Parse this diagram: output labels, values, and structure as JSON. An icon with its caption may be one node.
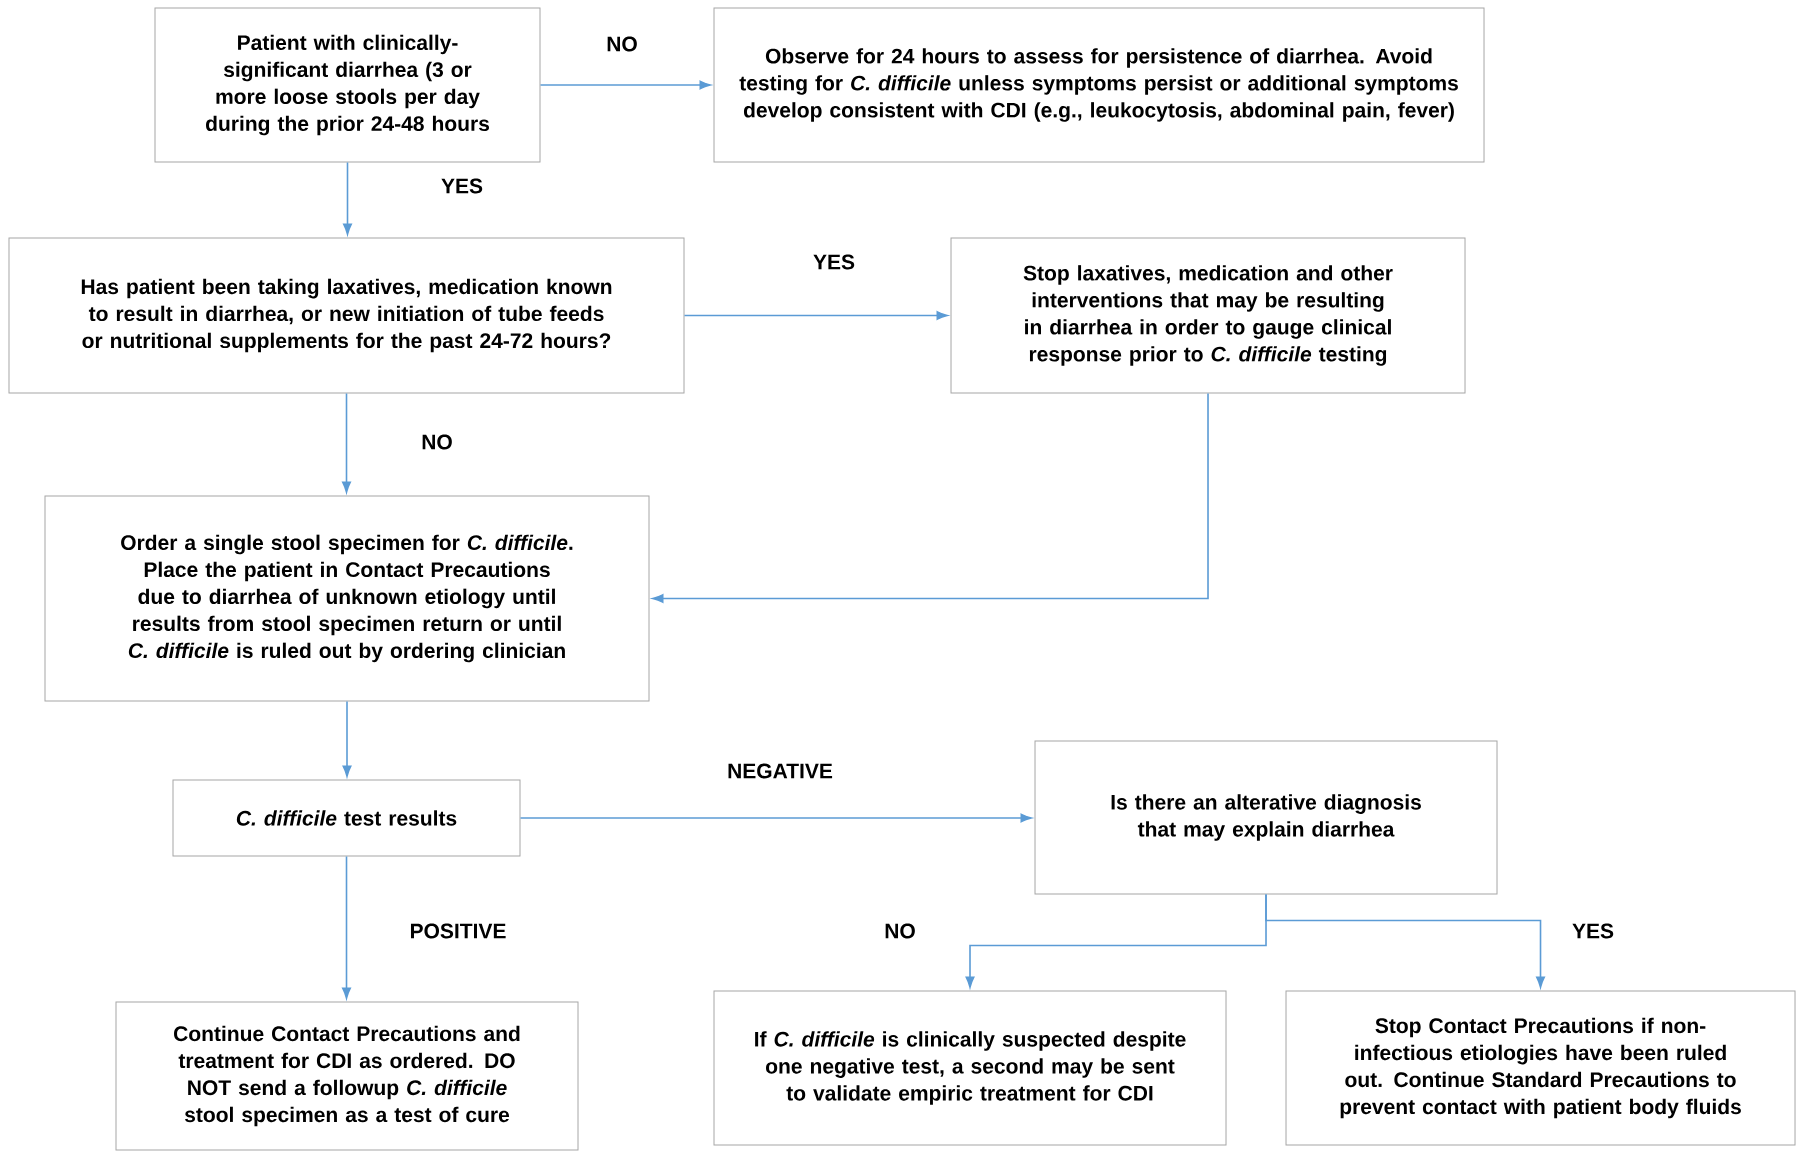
{
  "diagram": {
    "nodes": [
      {
        "text": [
          "Patient with clinically-significant diarrhea (3 or more loose stools per day during the prior 24-48 hours"
        ]
      },
      {
        "text": [
          "Observe for 24 hours to assess for persistence of diarrhea. Avoid testing for *C. difficile* unless symptoms persist or additional symptoms develop consistent with CDI (e.g., leukocytosis, abdominal pain, fever)"
        ]
      },
      {
        "text": [
          "Has patient been taking laxatives, medication known to result in diarrhea, or new initiation of tube feeds or nutritional supplements for the past 24-72 hours?"
        ]
      },
      {
        "text": [
          "Stop laxatives, medication and other interventions that may be resulting in diarrhea in order to gauge clinical response prior to *C. difficile* testing"
        ]
      },
      {
        "text": [
          "Order a single stool specimen for *C. difficile*. Place the patient in Contact Precautions due to diarrhea of unknown etiology until results from stool specimen return or until *C. difficile* is ruled out by ordering clinician"
        ]
      },
      {
        "text": [
          "*C. difficile* test results"
        ]
      },
      {
        "text": [
          "Is there an alterative diagnosis that may explain diarrhea"
        ]
      },
      {
        "text": [
          "Continue Contact Precautions and treatment for CDI as ordered. DO NOT send a followup *C. difficile* stool specimen as a test of cure"
        ]
      },
      {
        "text": [
          "If *C. difficile* is clinically suspected despite one negative test, a second may be sent to validate empiric treatment for CDI"
        ]
      },
      {
        "text": [
          "Stop Contact Precautions if non-infectious etiologies have been ruled out.  Continue Standard Precautions to prevent contact with patient body fluids"
        ]
      }
    ],
    "edges": [
      {
        "from": 0,
        "to": 1,
        "arrow": "to",
        "label": "NO"
      },
      {
        "from": 0,
        "to": 2,
        "arrow": "to",
        "label": "YES"
      },
      {
        "from": 2,
        "to": 3,
        "arrow": "to",
        "label": "YES"
      },
      {
        "from": 2,
        "to": 4,
        "arrow": "to",
        "label": "NO"
      },
      {
        "from": 3,
        "to": 4,
        "arrow": "to"
      },
      {
        "from": 4,
        "to": 5,
        "arrow": "to"
      },
      {
        "from": 5,
        "to": 6,
        "arrow": "to",
        "label": "NEGATIVE"
      },
      {
        "from": 5,
        "to": 7,
        "arrow": "to",
        "label": "POSITIVE"
      },
      {
        "from": 6,
        "to": 8,
        "arrow": "to",
        "label": "NO"
      },
      {
        "from": 6,
        "to": 9,
        "arrow": "to",
        "label": "YES"
      }
    ]
  }
}
